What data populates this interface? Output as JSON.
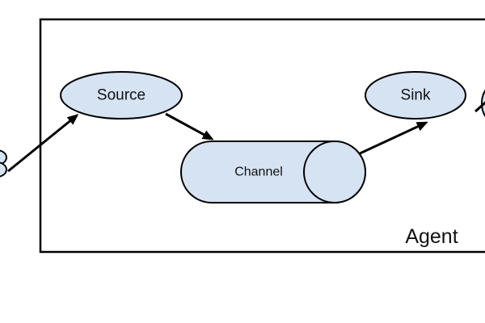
{
  "diagram": {
    "nodes": {
      "source": "Source",
      "channel": "Channel",
      "sink": "Sink"
    },
    "container_label": "Agent"
  },
  "colors": {
    "node_fill": "#d5e3f3",
    "stroke": "#000000",
    "background": "#ffffff"
  }
}
